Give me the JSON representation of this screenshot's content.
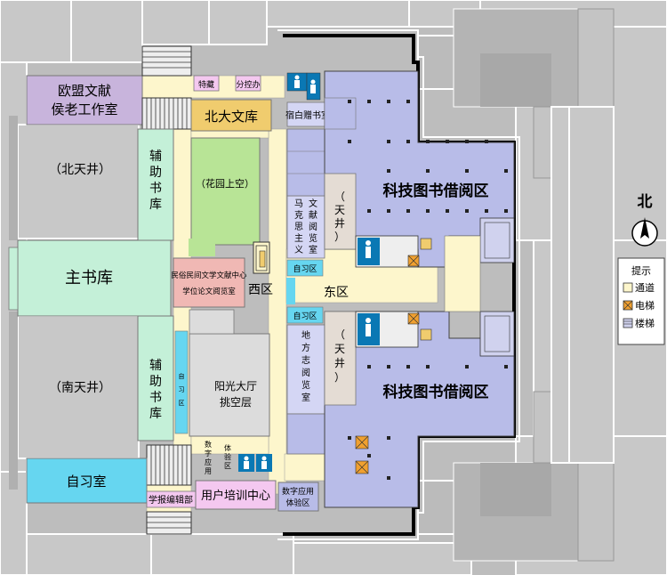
{
  "map": {
    "rooms": {
      "eu_office": {
        "line1": "欧盟文献",
        "line2": "侯老工作室"
      },
      "pku_library": "北大文库",
      "tecai": "特藏",
      "fenjiao": "分控办",
      "sufu_room": "宿白赠书室",
      "north_well": "（北天井）",
      "south_well": "（南天井）",
      "aux_north": [
        "辅",
        "助",
        "书",
        "库"
      ],
      "aux_south": [
        "辅",
        "助",
        "书",
        "库"
      ],
      "main_stack": "主书库",
      "garden": "（花园上空）",
      "folk": {
        "line1": "民俗民间文学文献中心",
        "line2": "学位论文阅览室"
      },
      "west_zone": "西区",
      "east_zone": "东区",
      "self_study_n": "自习区",
      "self_study_s": "自习区",
      "self_study_w": [
        "自",
        "习",
        "区"
      ],
      "marx": [
        "马",
        "克",
        "思",
        "主",
        "义"
      ],
      "wenxian": [
        "文",
        "献",
        "阅",
        "览",
        "室"
      ],
      "sky_well_n": [
        "（",
        "天",
        "井",
        "）"
      ],
      "sky_well_s": [
        "（",
        "天",
        "井",
        "）"
      ],
      "difangzhi": [
        "地",
        "方",
        "志",
        "阅",
        "览",
        "室"
      ],
      "sci_north": "科技图书借阅区",
      "sci_south": "科技图书借阅区",
      "atrium": {
        "line1": "阳光大厅",
        "line2": "挑空层"
      },
      "digital_left": [
        "数",
        "字",
        "应",
        "用"
      ],
      "digital_right": [
        "体",
        "验",
        "区"
      ],
      "self_study_room": "自习室",
      "editorial": "学报编辑部",
      "training": "用户培训中心",
      "digital_exp": {
        "line1": "数字应用",
        "line2": "体验区"
      }
    },
    "compass": {
      "label": "北"
    },
    "legend": {
      "title": "提示",
      "items": [
        {
          "label": "通道",
          "icon": "corridor-swatch-icon"
        },
        {
          "label": "电梯",
          "icon": "elevator-swatch-icon"
        },
        {
          "label": "楼梯",
          "icon": "stairs-swatch-icon"
        }
      ]
    },
    "colors": {
      "background_gray": "#bdbdbd",
      "corridor": "#fdf6cc",
      "reading_blue": "#b8bce8",
      "eu_purple": "#c8b4dc",
      "pku_orange": "#f0cc6e",
      "garden_green": "#b8e496",
      "main_stack_green": "#c4f0d8",
      "folk_pink": "#f0b8b4",
      "self_study_cyan": "#66d6f0",
      "sky_well_beige": "#e4dcd4",
      "atrium_gray": "#dcdcdc",
      "training_pink": "#f4c8f0",
      "elevator_orange": "#f0a030",
      "toilet_blue": "#0a78b4"
    }
  }
}
